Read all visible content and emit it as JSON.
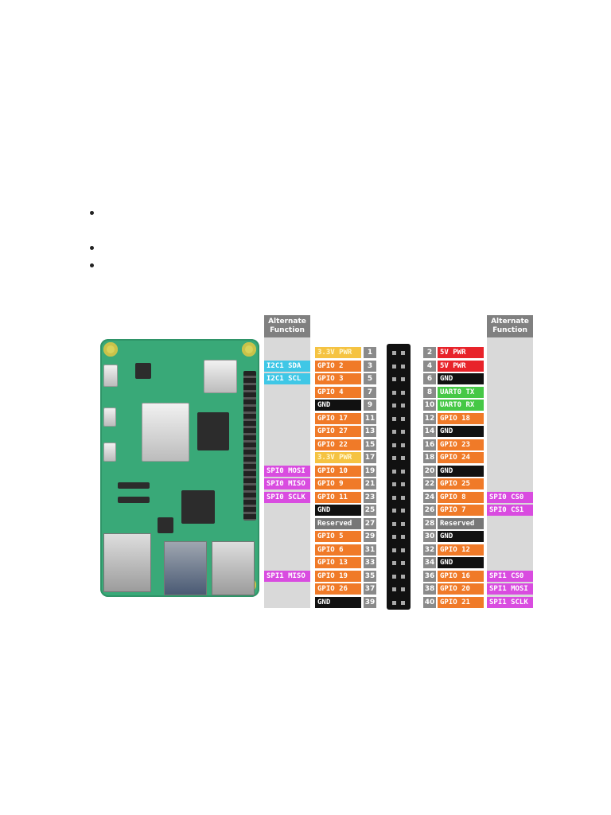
{
  "alt_header_left": "Alternate\nFunction",
  "alt_header_right": "Alternate\nFunction",
  "colors": {
    "power33": "#f5c342",
    "power5": "#e8232a",
    "gpio": "#f07a28",
    "gnd": "#111111",
    "uart": "#46c846",
    "reserved": "#777777",
    "i2c": "#3fc7e6",
    "spi": "#d94ce0",
    "pin_num": "#8a8a8a"
  },
  "left_pins": [
    {
      "num": "1",
      "label": "3.3V PWR",
      "kind": "power33",
      "alt": ""
    },
    {
      "num": "3",
      "label": "GPIO 2",
      "kind": "gpio",
      "alt": "I2C1 SDA",
      "alt_kind": "i2c"
    },
    {
      "num": "5",
      "label": "GPIO 3",
      "kind": "gpio",
      "alt": "I2C1 SCL",
      "alt_kind": "i2c"
    },
    {
      "num": "7",
      "label": "GPIO 4",
      "kind": "gpio",
      "alt": ""
    },
    {
      "num": "9",
      "label": "GND",
      "kind": "gnd",
      "alt": ""
    },
    {
      "num": "11",
      "label": "GPIO 17",
      "kind": "gpio",
      "alt": ""
    },
    {
      "num": "13",
      "label": "GPIO 27",
      "kind": "gpio",
      "alt": ""
    },
    {
      "num": "15",
      "label": "GPIO 22",
      "kind": "gpio",
      "alt": ""
    },
    {
      "num": "17",
      "label": "3.3V PWR",
      "kind": "power33",
      "alt": ""
    },
    {
      "num": "19",
      "label": "GPIO 10",
      "kind": "gpio",
      "alt": "SPI0 MOSI",
      "alt_kind": "spi"
    },
    {
      "num": "21",
      "label": "GPIO 9",
      "kind": "gpio",
      "alt": "SPI0 MISO",
      "alt_kind": "spi"
    },
    {
      "num": "23",
      "label": "GPIO 11",
      "kind": "gpio",
      "alt": "SPI0 SCLK",
      "alt_kind": "spi"
    },
    {
      "num": "25",
      "label": "GND",
      "kind": "gnd",
      "alt": ""
    },
    {
      "num": "27",
      "label": "Reserved",
      "kind": "reserved",
      "alt": ""
    },
    {
      "num": "29",
      "label": "GPIO 5",
      "kind": "gpio",
      "alt": ""
    },
    {
      "num": "31",
      "label": "GPIO 6",
      "kind": "gpio",
      "alt": ""
    },
    {
      "num": "33",
      "label": "GPIO 13",
      "kind": "gpio",
      "alt": ""
    },
    {
      "num": "35",
      "label": "GPIO 19",
      "kind": "gpio",
      "alt": "SPI1 MISO",
      "alt_kind": "spi"
    },
    {
      "num": "37",
      "label": "GPIO 26",
      "kind": "gpio",
      "alt": ""
    },
    {
      "num": "39",
      "label": "GND",
      "kind": "gnd",
      "alt": ""
    }
  ],
  "right_pins": [
    {
      "num": "2",
      "label": "5V PWR",
      "kind": "power5",
      "alt": ""
    },
    {
      "num": "4",
      "label": "5V PWR",
      "kind": "power5",
      "alt": ""
    },
    {
      "num": "6",
      "label": "GND",
      "kind": "gnd",
      "alt": ""
    },
    {
      "num": "8",
      "label": "UART0 TX",
      "kind": "uart",
      "alt": ""
    },
    {
      "num": "10",
      "label": "UART0 RX",
      "kind": "uart",
      "alt": ""
    },
    {
      "num": "12",
      "label": "GPIO 18",
      "kind": "gpio",
      "alt": ""
    },
    {
      "num": "14",
      "label": "GND",
      "kind": "gnd",
      "alt": ""
    },
    {
      "num": "16",
      "label": "GPIO 23",
      "kind": "gpio",
      "alt": ""
    },
    {
      "num": "18",
      "label": "GPIO 24",
      "kind": "gpio",
      "alt": ""
    },
    {
      "num": "20",
      "label": "GND",
      "kind": "gnd",
      "alt": ""
    },
    {
      "num": "22",
      "label": "GPIO 25",
      "kind": "gpio",
      "alt": ""
    },
    {
      "num": "24",
      "label": "GPIO 8",
      "kind": "gpio",
      "alt": "SPI0 CS0",
      "alt_kind": "spi"
    },
    {
      "num": "26",
      "label": "GPIO 7",
      "kind": "gpio",
      "alt": "SPI0 CS1",
      "alt_kind": "spi"
    },
    {
      "num": "28",
      "label": "Reserved",
      "kind": "reserved",
      "alt": ""
    },
    {
      "num": "30",
      "label": "GND",
      "kind": "gnd",
      "alt": ""
    },
    {
      "num": "32",
      "label": "GPIO 12",
      "kind": "gpio",
      "alt": ""
    },
    {
      "num": "34",
      "label": "GND",
      "kind": "gnd",
      "alt": ""
    },
    {
      "num": "36",
      "label": "GPIO 16",
      "kind": "gpio",
      "alt": "SPI1 CS0",
      "alt_kind": "spi"
    },
    {
      "num": "38",
      "label": "GPIO 20",
      "kind": "gpio",
      "alt": "SPI1 MOSI",
      "alt_kind": "spi"
    },
    {
      "num": "40",
      "label": "GPIO 21",
      "kind": "gpio",
      "alt": "SPI1 SCLK",
      "alt_kind": "spi"
    }
  ],
  "board_label": "Raspberry Pi board"
}
